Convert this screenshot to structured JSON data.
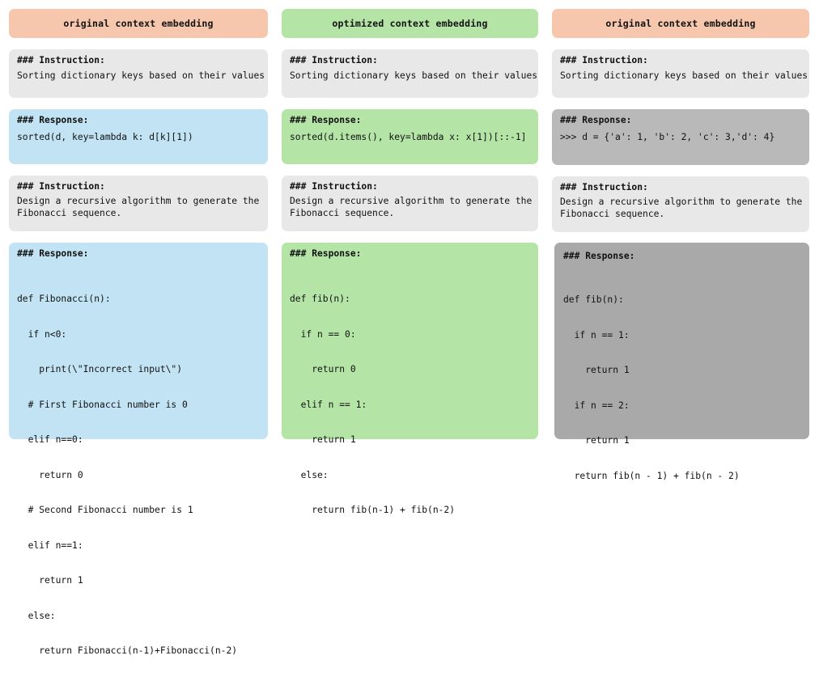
{
  "columns": [
    {
      "header": "original context embedding",
      "header_color": "#f6c6ad",
      "response_color": "#c2e3f4",
      "instruction1": {
        "label": "### Instruction:",
        "text": "Sorting dictionary keys based on their values"
      },
      "response1": {
        "label": "### Response:",
        "text": "sorted(d, key=lambda k: d[k][1])"
      },
      "instruction2": {
        "label": "### Instruction:",
        "lines": [
          "Design a recursive algorithm to generate the",
          "Fibonacci sequence."
        ]
      },
      "response2": {
        "label": "### Response:",
        "code": [
          "def Fibonacci(n):",
          "  if n<0:",
          "    print(\\\"Incorrect input\\\")",
          "  # First Fibonacci number is 0",
          "  elif n==0:",
          "    return 0",
          "  # Second Fibonacci number is 1",
          "  elif n==1:",
          "    return 1",
          "  else:",
          "    return Fibonacci(n-1)+Fibonacci(n-2)"
        ]
      }
    },
    {
      "header": "optimized context embedding",
      "header_color": "#b4e4a6",
      "response_color": "#b4e4a6",
      "instruction1": {
        "label": "### Instruction:",
        "text": "Sorting dictionary keys based on their values"
      },
      "response1": {
        "label": "### Response:",
        "text": "sorted(d.items(), key=lambda x: x[1])[::-1]"
      },
      "instruction2": {
        "label": "### Instruction:",
        "lines": [
          "Design a recursive algorithm to generate the",
          "Fibonacci sequence."
        ]
      },
      "response2": {
        "label": "### Response:",
        "code": [
          "def fib(n):",
          "  if n == 0:",
          "    return 0",
          "  elif n == 1:",
          "    return 1",
          "  else:",
          "    return fib(n-1) + fib(n-2)"
        ]
      }
    },
    {
      "header": "original context embedding",
      "header_color": "#f6c6ad",
      "response_color": "#b9b9b9",
      "response2_color": "#a9a9a9",
      "instruction1": {
        "label": "### Instruction:",
        "text": "Sorting dictionary keys based on their values"
      },
      "response1": {
        "label": "### Response:",
        "text": ">>> d = {'a': 1, 'b': 2, 'c': 3,'d': 4}"
      },
      "instruction2": {
        "label": "### Instruction:",
        "lines": [
          "Design a recursive algorithm to generate the",
          "Fibonacci sequence."
        ]
      },
      "response2": {
        "label": "### Response:",
        "code": [
          "def fib(n):",
          "  if n == 1:",
          "    return 1",
          "  if n == 2:",
          "    return 1",
          "  return fib(n - 1) + fib(n - 2)"
        ]
      }
    }
  ]
}
